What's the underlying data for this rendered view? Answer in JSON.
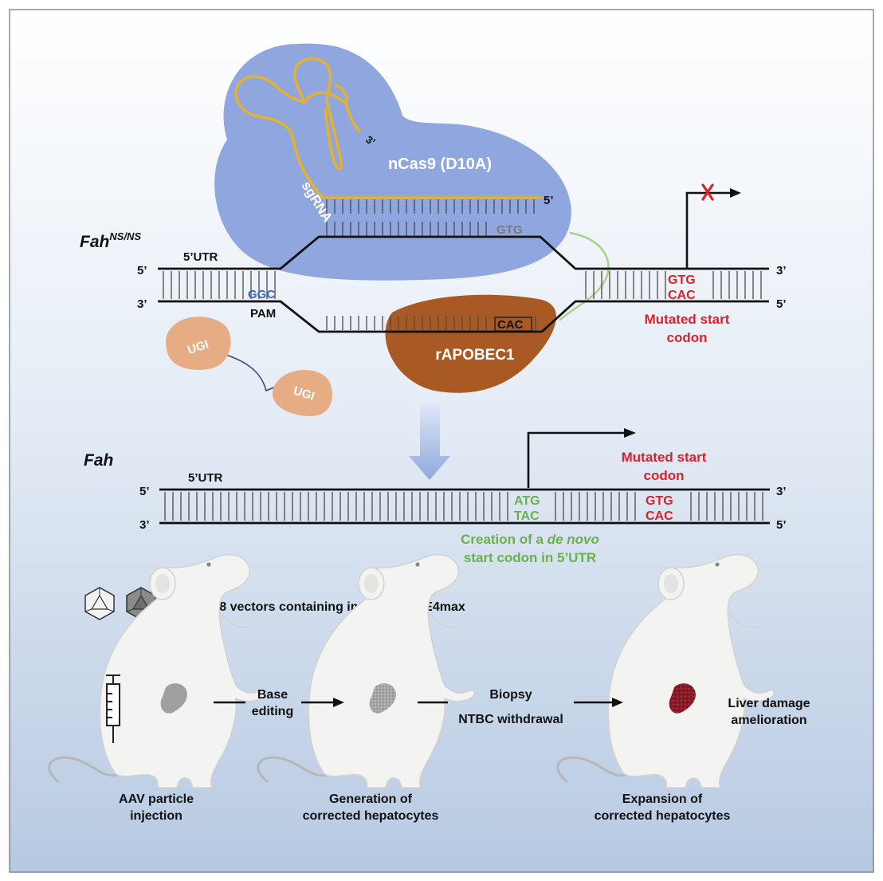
{
  "colors": {
    "nCas9": "#8fa6de",
    "sgRNA": "#e5b12e",
    "rAPOBEC1": "#a95a24",
    "UGI": "#e6ad84",
    "red": "#d8232a",
    "green": "#6ab04c",
    "blue": "#3a64c4",
    "gray": "#777777",
    "background_top": "#ffffff",
    "background_bottom": "#bccde4"
  },
  "top": {
    "gene": "Fah",
    "gene_sup": "NS/NS",
    "cas9_label": "nCas9 (D10A)",
    "sgrna_label": "sgRNA",
    "sgrna_3prime": "3’",
    "sgrna_5prime": "5’",
    "protospacer_codon": "GTG",
    "target_codon": "CAC",
    "deaminase_label": "rAPOBEC1",
    "ugi_1": "UGI",
    "ugi_2": "UGI",
    "utr_label": "5’UTR",
    "pam_codon": "GGC",
    "pam_label": "PAM",
    "left_top_end": "5’",
    "left_bottom_end": "3’",
    "right_top_end": "3’",
    "right_bottom_end": "5’",
    "mutated_codon_top": "GTG",
    "mutated_codon_bottom": "CAC",
    "mutated_line1": "Mutated start",
    "mutated_line2": "codon",
    "tss_blocked_icon": "red-x-icon"
  },
  "mid": {
    "gene": "Fah",
    "utr_label": "5’UTR",
    "left_top_end": "5’",
    "left_bottom_end": "3’",
    "right_top_end": "3’",
    "right_bottom_end": "5’",
    "new_codon_top": "ATG",
    "new_codon_bottom": "TAC",
    "mutated_codon_top": "GTG",
    "mutated_codon_bottom": "CAC",
    "mutated_line1": "Mutated start",
    "mutated_line2": "codon",
    "creation_pre": "Creation of a ",
    "creation_italic": "de novo",
    "creation_line2": "start codon in 5’UTR"
  },
  "bottom": {
    "aav_label": "Two AAV8 vectors containing intein-split BE4max",
    "step1_line1": "Base",
    "step1_line2": "editing",
    "step2_line1": "Biopsy",
    "step2_line2": "NTBC withdrawal",
    "outcome_line1": "Liver damage",
    "outcome_line2": "amelioration",
    "mouse1_line1": "AAV particle",
    "mouse1_line2": "injection",
    "mouse2_line1": "Generation of",
    "mouse2_line2": "corrected hepatocytes",
    "mouse3_line1": "Expansion of",
    "mouse3_line2": "corrected hepatocytes"
  }
}
